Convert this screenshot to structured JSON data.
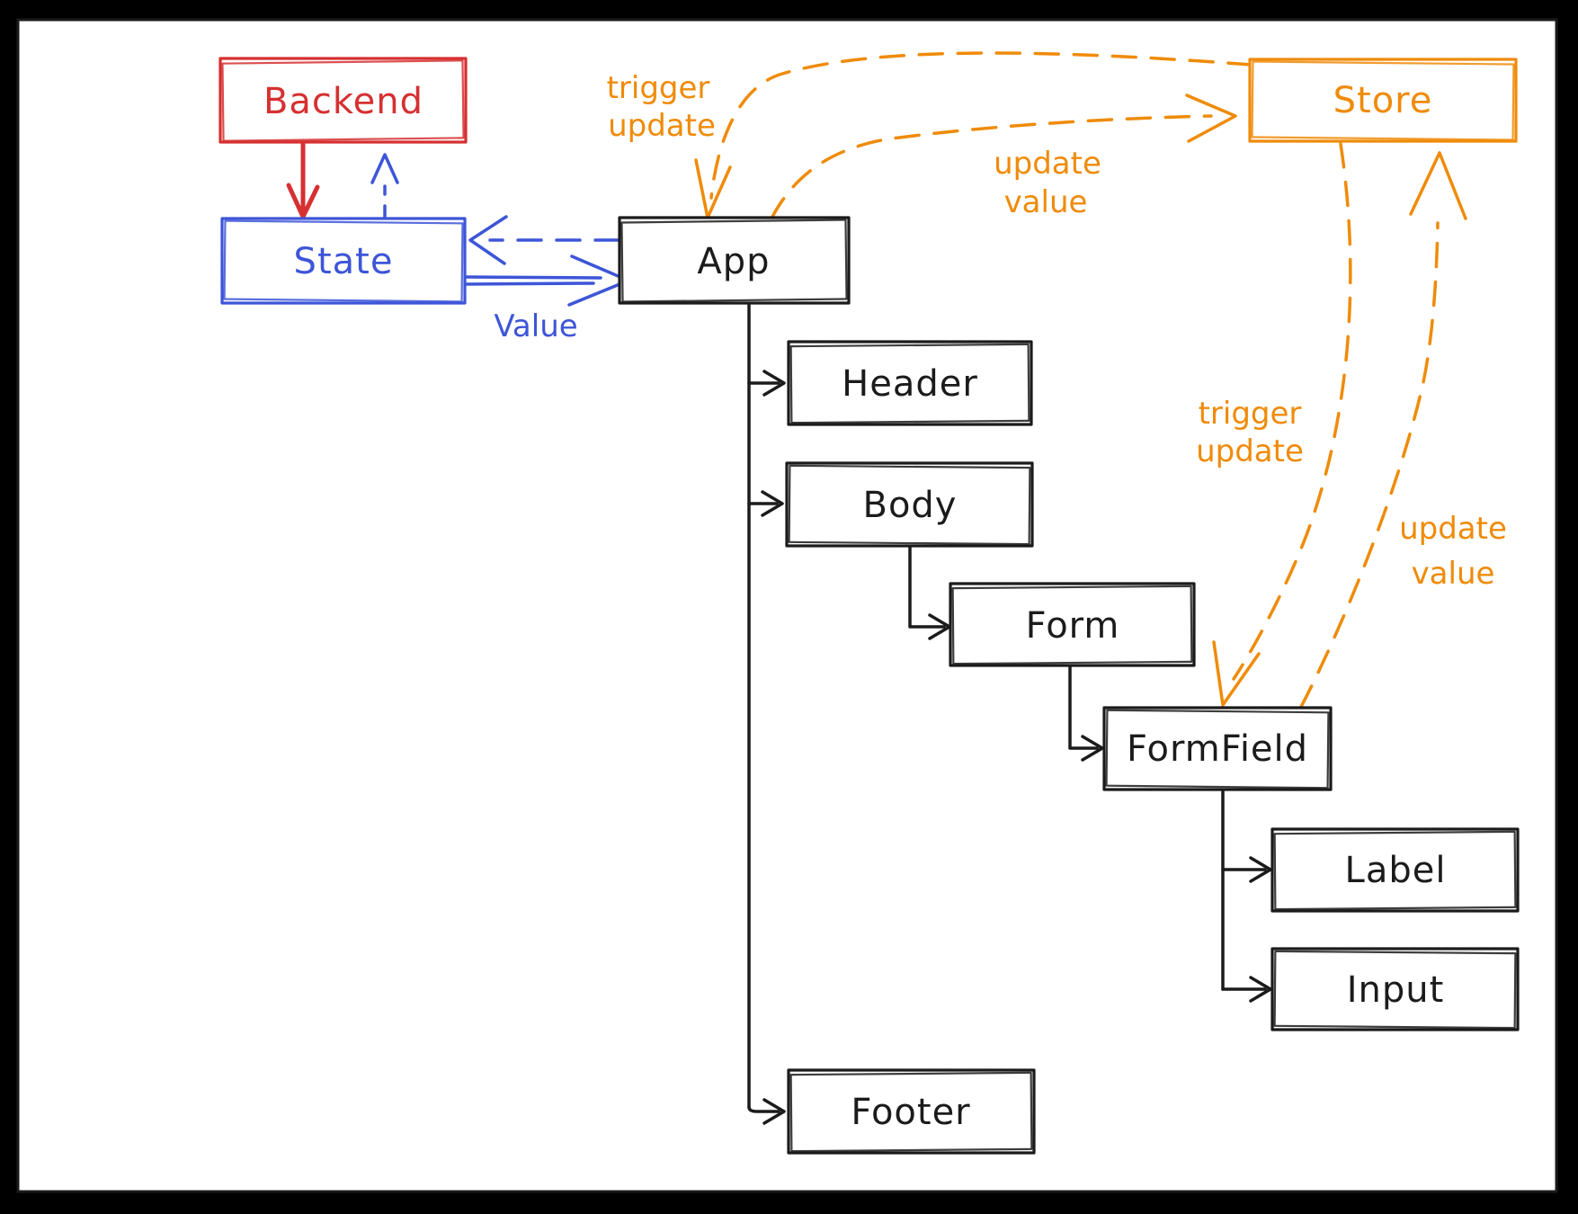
{
  "frame": {
    "background": "#000000",
    "page_fill": "#ffffff",
    "page_border": "#1b1b1b"
  },
  "palette": {
    "black": "#1b1b1b",
    "red": "#d63031",
    "blue": "#3d55d8",
    "orange": "#ef8b09"
  },
  "nodes": {
    "backend": {
      "label": "Backend"
    },
    "state": {
      "label": "State"
    },
    "app": {
      "label": "App"
    },
    "store": {
      "label": "Store"
    },
    "header": {
      "label": "Header"
    },
    "body": {
      "label": "Body"
    },
    "form": {
      "label": "Form"
    },
    "formfield": {
      "label": "FormField"
    },
    "label": {
      "label": "Label"
    },
    "input": {
      "label": "Input"
    },
    "footer": {
      "label": "Footer"
    }
  },
  "edge_labels": {
    "store_app_trigger": {
      "line1": "trigger",
      "line2": "update"
    },
    "app_store_update": {
      "line1": "update",
      "line2": "value"
    },
    "store_formfield_trigger": {
      "line1": "trigger",
      "line2": "update"
    },
    "formfield_store_update": {
      "line1": "update",
      "line2": "value"
    },
    "state_app_value": {
      "label": "Value"
    }
  }
}
